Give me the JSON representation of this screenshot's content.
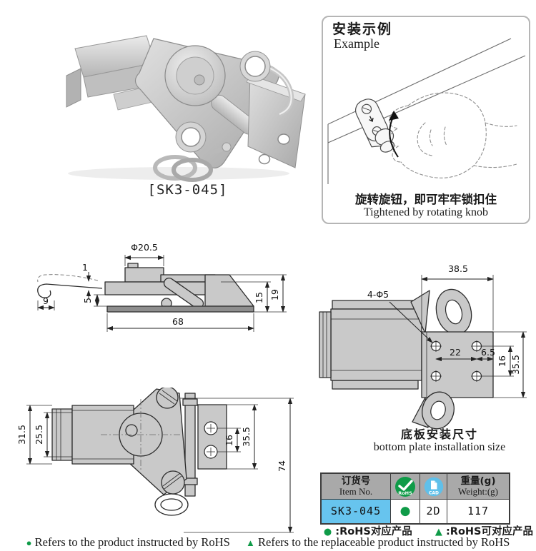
{
  "product": {
    "code_label": "[SK3-045]"
  },
  "example_box": {
    "title_cn": "安装示例",
    "title_en": "Example",
    "caption_cn": "旋转旋钮，即可牢牢锁扣住",
    "caption_en": "Tightened by rotating knob"
  },
  "drawings": {
    "side_view": {
      "dims": {
        "knob_dia": "Φ20.5",
        "leaf_thickness": "1",
        "gap": "5",
        "hook_depth": "9",
        "length": "68",
        "inner_height": "15",
        "total_height": "19"
      }
    },
    "bottom_plate": {
      "dims": {
        "plate_width": "38.5",
        "holes": "4-Φ5",
        "hole_spacing_x": "22",
        "edge_offset": "6.5",
        "hole_spacing_y": "16",
        "plate_height": "35.5"
      },
      "caption_cn": "底板安装尺寸",
      "caption_en": "bottom plate installation size"
    },
    "front_view": {
      "dims": {
        "arm_height": "31.5",
        "arm_inner_height": "25.5",
        "hole_spacing_y": "16",
        "plate_height": "35.5",
        "total_height": "74"
      }
    }
  },
  "table": {
    "header": {
      "item_cn": "订货号",
      "item_en": "Item No.",
      "rohs_badge": "RoHS",
      "cad_badge": "CAD",
      "weight_cn": "重量(g)",
      "weight_en": "Weight:(g)"
    },
    "row": {
      "item_no": "SK3-045",
      "rohs": "●",
      "cad": "2D",
      "weight": "117"
    }
  },
  "legend": {
    "dot_icon": "●",
    "triangle_icon": "▲",
    "cn_dot": ":RoHS对应产品",
    "cn_triangle": ":RoHS可对应产品",
    "en_dot": "Refers to the product instructed by RoHS",
    "en_triangle": "Refers to the replaceable product instructed by RoHS"
  },
  "colors": {
    "accent_green": "#0f9b48",
    "badge_blue": "#5fc0ea",
    "row_highlight": "#67c4ee",
    "header_gray": "#a9a9a9",
    "drawing_fill": "#c9c9c9",
    "line": "#2b2b2b"
  }
}
